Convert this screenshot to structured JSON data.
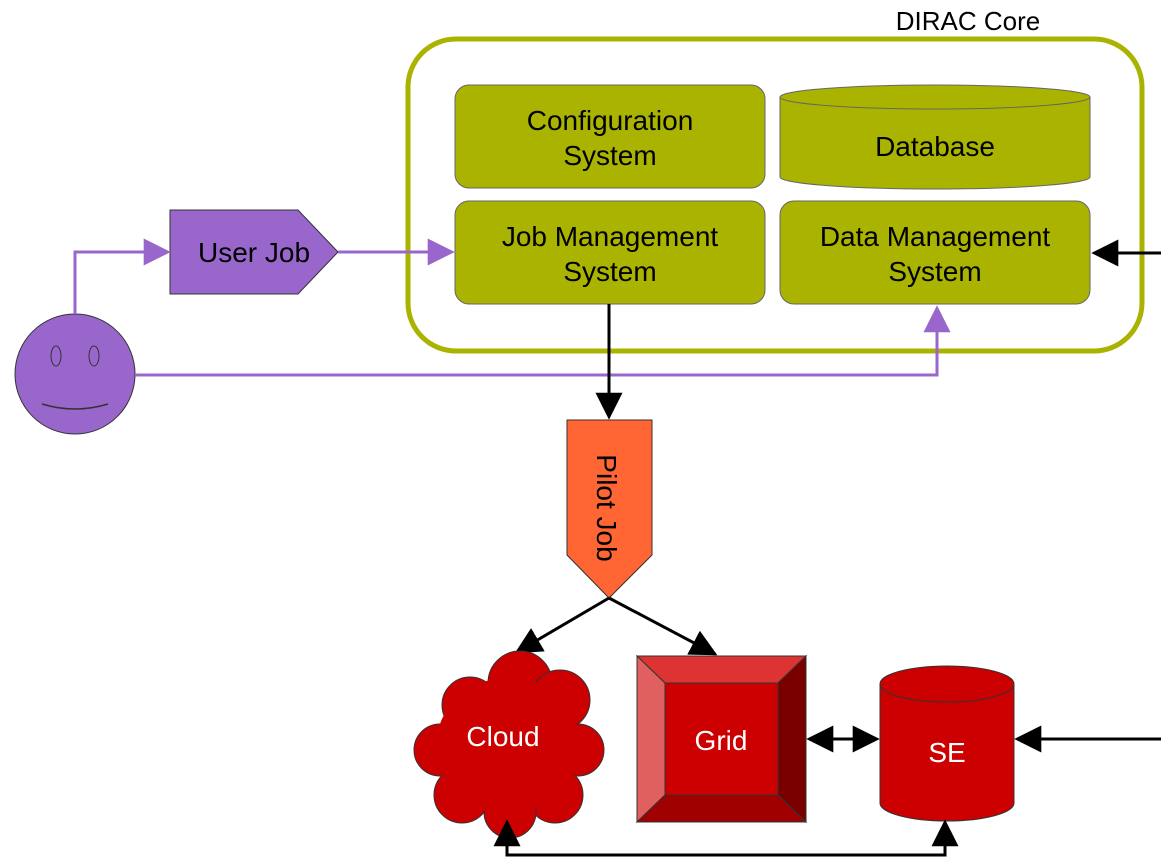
{
  "diagram": {
    "core_title": "DIRAC Core",
    "core": {
      "configuration": {
        "line1": "Configuration",
        "line2": "System"
      },
      "database": {
        "label": "Database"
      },
      "job_management": {
        "line1": "Job Management",
        "line2": "System"
      },
      "data_management": {
        "line1": "Data Management",
        "line2": "System"
      }
    },
    "user_job": {
      "label": "User Job"
    },
    "pilot_job": {
      "label": "Pilot Job"
    },
    "resources": {
      "cloud": {
        "label": "Cloud"
      },
      "grid": {
        "label": "Grid"
      },
      "se": {
        "label": "SE"
      }
    }
  },
  "colors": {
    "core_fill": "#aab400",
    "core_border": "#aab400",
    "user_purple": "#9966cc",
    "pilot_orange": "#ff6633",
    "resource_red": "#cc0000",
    "arrow_black": "#000000"
  }
}
